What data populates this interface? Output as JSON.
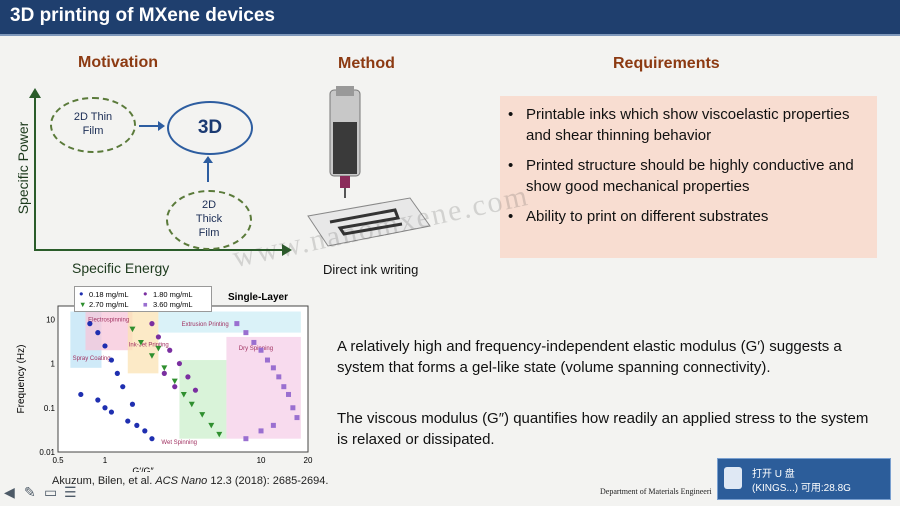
{
  "slide": {
    "title": "3D printing of MXene devices"
  },
  "motivation": {
    "heading": "Motivation",
    "y_axis": "Specific Power",
    "x_axis": "Specific Energy",
    "thin_film": "2D Thin\nFilm",
    "three_d": "3D",
    "thick_film": "2D\nThick\nFilm"
  },
  "method": {
    "heading": "Method",
    "caption": "Direct ink writing"
  },
  "requirements": {
    "heading": "Requirements",
    "items": [
      "Printable inks which show viscoelastic properties and shear thinning behavior",
      "Printed structure should be highly conductive and show good mechanical properties",
      "Ability to print on different substrates"
    ]
  },
  "body_text": {
    "para1": "A relatively high and frequency-independent elastic modulus (G′) suggests a system that forms a gel-like state (volume spanning connectivity).",
    "para2": "The viscous modulus (G″) quantifies how readily an applied stress to the system is relaxed or dissipated."
  },
  "citation": {
    "authors": "Akuzum, Bilen, et al. ",
    "journal": "ACS Nano",
    "details": " 12.3 (2018): 2685-2694."
  },
  "footer": {
    "department": "Department of Materials Engineeri"
  },
  "watermark": "www.nanomxene.com",
  "windows_popup": {
    "line1": "打开 U 盘",
    "line2": "(KINGS...)  可用:28.8G"
  },
  "nav_icons": [
    "back-arrow-icon",
    "pen-icon",
    "slides-icon",
    "menu-icon"
  ],
  "chart_data": {
    "type": "scatter",
    "title": "Single-Layer",
    "xlabel": "G′/G″",
    "ylabel": "Frequency (Hz)",
    "x_scale": "log",
    "y_scale": "log",
    "xlim": [
      0.5,
      20
    ],
    "ylim": [
      0.01,
      20
    ],
    "x_ticks": [
      "0.5",
      "1",
      "10",
      "20"
    ],
    "y_ticks": [
      "10",
      "1",
      "0.1",
      "0.01"
    ],
    "regions": [
      "Spray Coating",
      "Electrospinning",
      "Ink-Jet Printing",
      "Extrusion Printing",
      "Dry Spinning",
      "Wet Spinning"
    ],
    "legend_placement": "top-left",
    "series": [
      {
        "name": "0.18 mg/mL",
        "color": "#1f2fb0",
        "marker": "circle",
        "points": [
          [
            0.8,
            8
          ],
          [
            0.9,
            5
          ],
          [
            1.0,
            2.5
          ],
          [
            1.1,
            1.2
          ],
          [
            1.2,
            0.6
          ],
          [
            1.3,
            0.3
          ],
          [
            0.9,
            0.15
          ],
          [
            1.0,
            0.1
          ],
          [
            1.1,
            0.08
          ],
          [
            1.4,
            0.05
          ],
          [
            1.6,
            0.04
          ],
          [
            1.8,
            0.03
          ],
          [
            2.0,
            0.02
          ],
          [
            0.7,
            0.2
          ],
          [
            1.5,
            0.12
          ]
        ]
      },
      {
        "name": "2.70 mg/mL",
        "color": "#2f8f2f",
        "marker": "triangle-down",
        "points": [
          [
            1.5,
            6
          ],
          [
            1.7,
            3
          ],
          [
            2.0,
            1.5
          ],
          [
            2.4,
            0.8
          ],
          [
            2.8,
            0.4
          ],
          [
            3.2,
            0.2
          ],
          [
            3.6,
            0.12
          ],
          [
            4.2,
            0.07
          ],
          [
            4.8,
            0.04
          ],
          [
            5.4,
            0.025
          ],
          [
            2.2,
            2.2
          ]
        ]
      },
      {
        "name": "1.80 mg/mL",
        "color": "#7a2fa0",
        "marker": "circle",
        "points": [
          [
            2.0,
            8
          ],
          [
            2.2,
            4
          ],
          [
            2.6,
            2
          ],
          [
            3.0,
            1
          ],
          [
            3.4,
            0.5
          ],
          [
            3.8,
            0.25
          ],
          [
            2.4,
            0.6
          ],
          [
            2.8,
            0.3
          ]
        ]
      },
      {
        "name": "3.60 mg/mL",
        "color": "#9a6fd0",
        "marker": "square",
        "points": [
          [
            7,
            8
          ],
          [
            8,
            5
          ],
          [
            9,
            3
          ],
          [
            10,
            2
          ],
          [
            11,
            1.2
          ],
          [
            12,
            0.8
          ],
          [
            13,
            0.5
          ],
          [
            14,
            0.3
          ],
          [
            15,
            0.2
          ],
          [
            16,
            0.1
          ],
          [
            17,
            0.06
          ],
          [
            12,
            0.04
          ],
          [
            10,
            0.03
          ],
          [
            8,
            0.02
          ]
        ]
      }
    ]
  }
}
